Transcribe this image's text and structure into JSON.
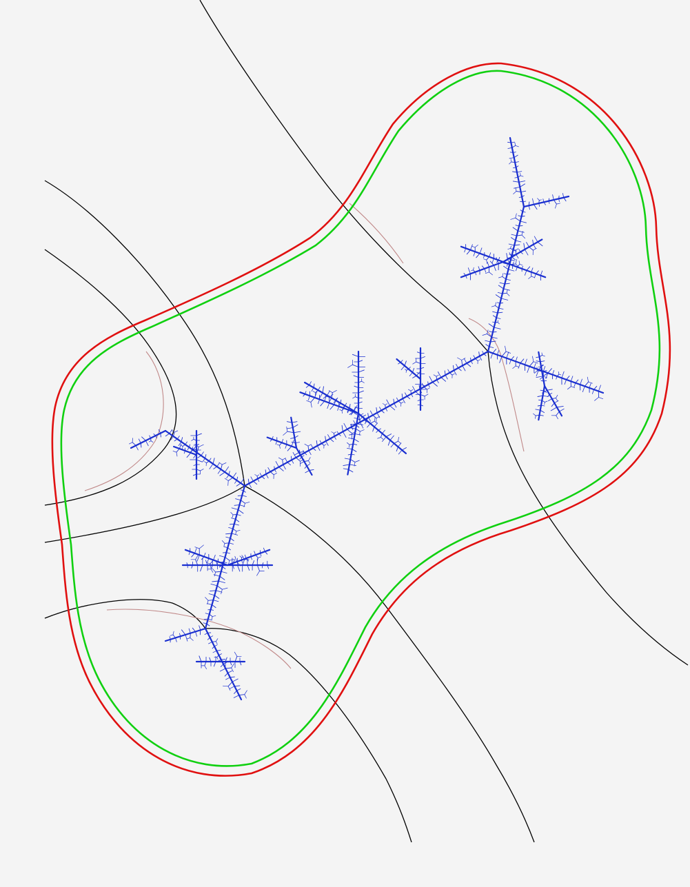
{
  "figure": {
    "background": "#f4f4f4",
    "colors": {
      "julia_set": "#1a2fd0",
      "outer_curve": "#e01010",
      "inner_curve": "#10d010",
      "external_rays": "#000000",
      "inner_rays": "#c08080"
    },
    "elements": [
      "julia-set-dendrite",
      "outer-equipotential-curve",
      "inner-equipotential-curve",
      "external-rays",
      "inner-ray-arcs"
    ]
  }
}
